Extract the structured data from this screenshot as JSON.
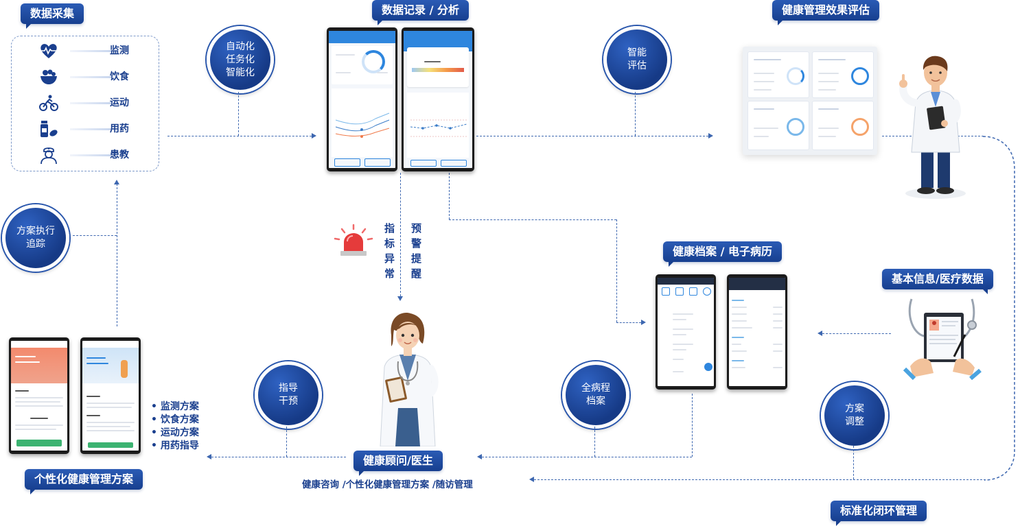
{
  "sections": {
    "data_collect": "数据采集",
    "data_record": "数据记录 / 分析",
    "effect_eval": "健康管理效果评估",
    "health_record": "健康档案 / 电子病历",
    "basic_info": "基本信息/医疗数据",
    "personal_plan": "个性化健康管理方案",
    "consultant": "健康顾问/医生",
    "standard_loop": "标准化闭环管理"
  },
  "collect_items": [
    {
      "label": "监测",
      "icon": "heart-rate-icon"
    },
    {
      "label": "饮食",
      "icon": "food-bowl-icon"
    },
    {
      "label": "运动",
      "icon": "cycling-icon"
    },
    {
      "label": "用药",
      "icon": "medicine-icon"
    },
    {
      "label": "患教",
      "icon": "nurse-icon"
    }
  ],
  "circles": {
    "auto": [
      "自动化",
      "任务化",
      "智能化"
    ],
    "smart_eval": [
      "智能",
      "评估"
    ],
    "plan_tracking": [
      "方案执行",
      "追踪"
    ],
    "guide": [
      "指导",
      "干预"
    ],
    "full_record": [
      "全病程",
      "档案"
    ],
    "plan_adjust": [
      "方案",
      "调整"
    ]
  },
  "alert": {
    "left": "指标异常",
    "right": "预警提醒"
  },
  "plan_list": [
    "监测方案",
    "饮食方案",
    "运动方案",
    "用药指导"
  ],
  "consult_services": "健康咨询 /个性化健康管理方案 /随访管理",
  "colors": {
    "primary": "#1a3f8e",
    "accent": "#2b5bb5",
    "line": "#3d67b0"
  }
}
